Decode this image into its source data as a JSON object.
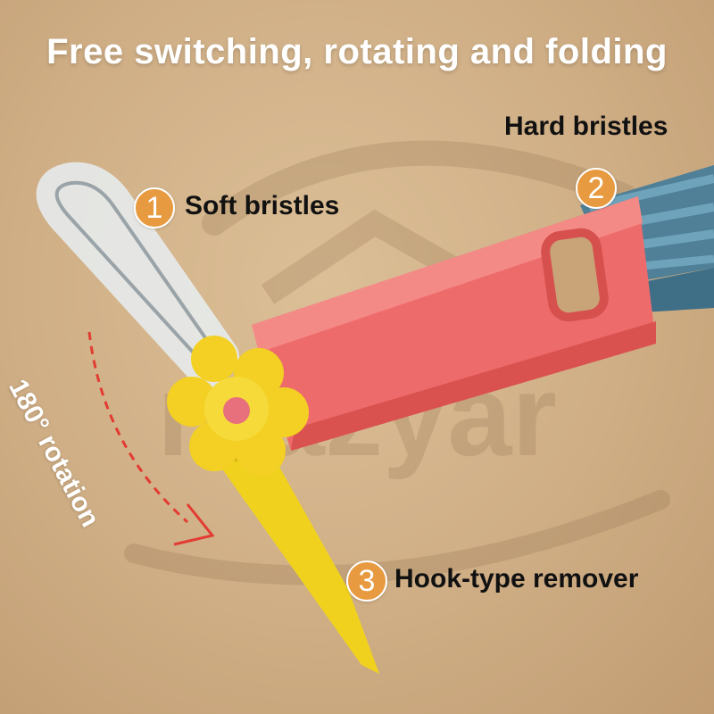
{
  "headline": "Free switching, rotating and folding",
  "features": [
    {
      "number": "1",
      "label": "Soft bristles"
    },
    {
      "number": "2",
      "label": "Hard bristles"
    },
    {
      "number": "3",
      "label": "Hook-type remover"
    }
  ],
  "rotation_label": "180° rotation",
  "watermark": "mazyar",
  "colors": {
    "background": "#cfae85",
    "handle": "#ee6b6b",
    "flower": "#f3d023",
    "hook": "#f0d21e",
    "hard_bristles": "#5d8fa8",
    "badge": "#e79a3f",
    "arrow": "#e23b32"
  }
}
